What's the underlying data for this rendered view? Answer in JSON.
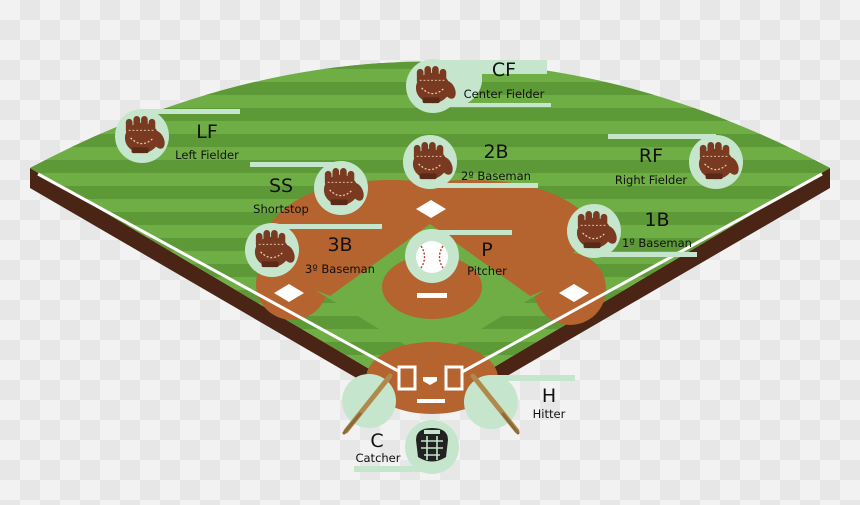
{
  "colors": {
    "grass_light": "#6fae45",
    "grass_dark": "#5d9a37",
    "dirt": "#b5632f",
    "wall": "#4a2516",
    "chalk": "#ffffff",
    "badge": "#c5e6cc",
    "glove": "#7a3a22"
  },
  "positions": [
    {
      "id": "cf",
      "abbr": "CF",
      "name": "Center Fielder",
      "icon": "glove-icon"
    },
    {
      "id": "lf",
      "abbr": "LF",
      "name": "Left Fielder",
      "icon": "glove-icon"
    },
    {
      "id": "rf",
      "abbr": "RF",
      "name": "Right Fielder",
      "icon": "glove-icon"
    },
    {
      "id": "2b",
      "abbr": "2B",
      "name": "2º Baseman",
      "icon": "glove-icon"
    },
    {
      "id": "ss",
      "abbr": "SS",
      "name": "Shortstop",
      "icon": "glove-icon"
    },
    {
      "id": "1b",
      "abbr": "1B",
      "name": "1º Baseman",
      "icon": "glove-icon"
    },
    {
      "id": "3b",
      "abbr": "3B",
      "name": "3º Baseman",
      "icon": "glove-icon"
    },
    {
      "id": "p",
      "abbr": "P",
      "name": "Pitcher",
      "icon": "baseball-icon"
    },
    {
      "id": "h",
      "abbr": "H",
      "name": "Hitter",
      "icon": "bat-icon"
    },
    {
      "id": "c",
      "abbr": "C",
      "name": "Catcher",
      "icon": "catcher-mask-icon"
    }
  ]
}
